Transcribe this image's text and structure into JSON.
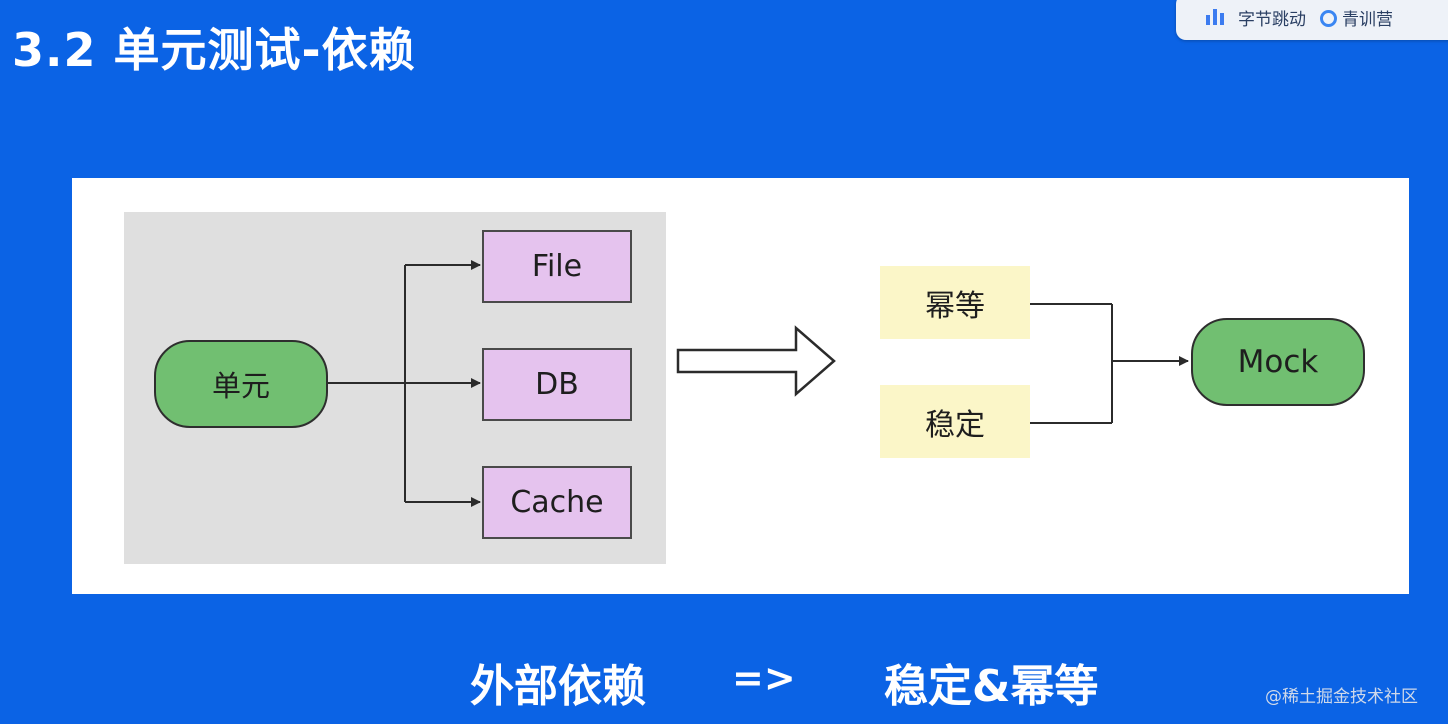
{
  "header": {
    "title": "3.2 单元测试-依赖",
    "logo_text_1": "字节跳动",
    "logo_text_2": "青训营"
  },
  "diagram": {
    "source_node": "单元",
    "dependencies": [
      "File",
      "DB",
      "Cache"
    ],
    "properties": [
      "幂等",
      "稳定"
    ],
    "target_node": "Mock"
  },
  "caption": {
    "left": "外部依赖",
    "arrow": "=>",
    "right": "稳定&幂等"
  },
  "watermark": "@稀土掘金技术社区",
  "colors": {
    "background": "#0b63e5",
    "panel": "#ffffff",
    "gray_area": "#dfdfdf",
    "green_node": "#71bf71",
    "purple_box": "#e5c3ee",
    "yellow_box": "#fbf6c8"
  },
  "icons": [
    "bytedance-logo-icon",
    "qingxunying-logo-icon",
    "process-arrow-icon"
  ]
}
